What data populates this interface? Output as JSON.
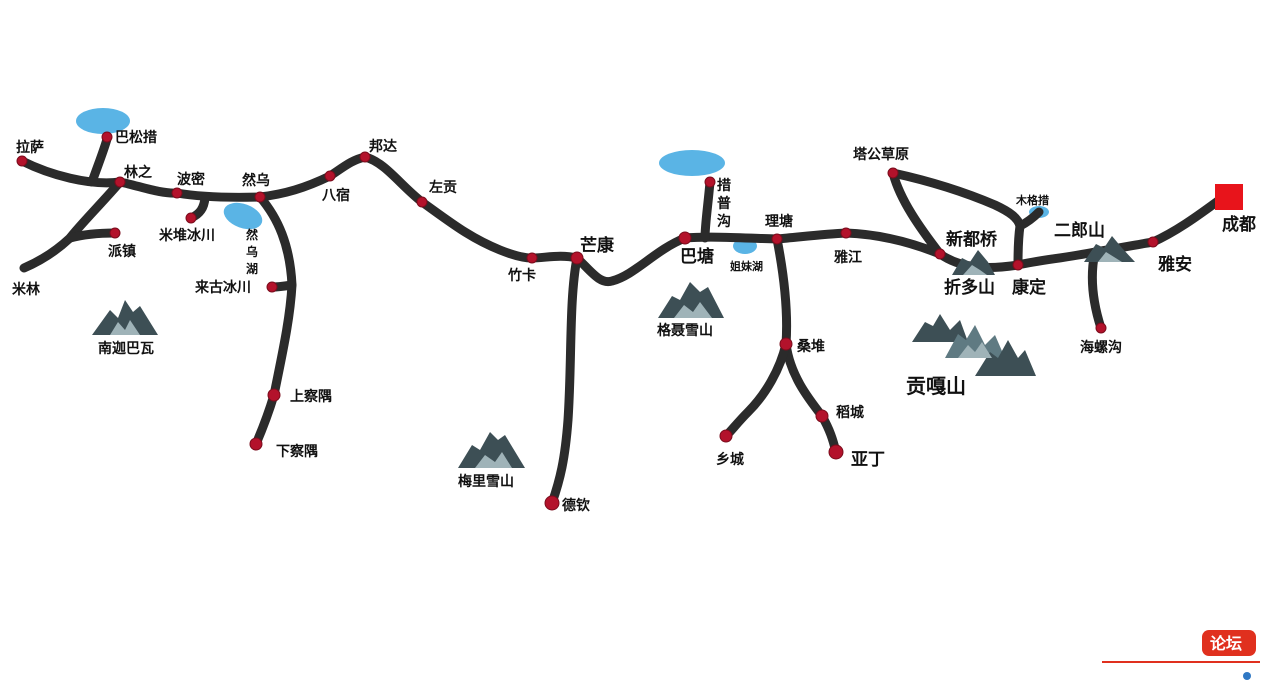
{
  "map": {
    "places": {
      "lasa": "拉萨",
      "basongcuo": "巴松措",
      "linzhi": "林之",
      "bomi": "波密",
      "ranwu": "然乌",
      "ranwuhu": [
        "然",
        "乌",
        "湖"
      ],
      "basu": "八宿",
      "bangda": "邦达",
      "zuogong": "左贡",
      "zhuka": "竹卡",
      "mangkang": "芒康",
      "batang": "巴塘",
      "cuopugou": [
        "措",
        "普",
        "沟"
      ],
      "zimeihu": "姐妹湖",
      "litang": "理塘",
      "yajiang": "雅江",
      "tagongcaoyuan": "塔公草原",
      "mugecuo": "木格措",
      "xinduqiao": "新都桥",
      "zheduoshan": "折多山",
      "kangding": "康定",
      "erlangshan": "二郎山",
      "yaan": "雅安",
      "chengdu": "成都",
      "hailuogou": "海螺沟",
      "sangdui": "桑堆",
      "daocheng": "稻城",
      "xiangcheng": "乡城",
      "yading": "亚丁",
      "deqin": "德钦",
      "meilixueshan": "梅里雪山",
      "geniexueshan": "格聂雪山",
      "gonggashan": "贡嘎山",
      "namjagbarwa": "南迦巴瓦",
      "midui": "米堆冰川",
      "laigu": "来古冰川",
      "shangchayu": "上察隅",
      "xiachayu": "下察隅",
      "paizhen": "派镇",
      "milin": "米林"
    },
    "logo": "论坛"
  }
}
